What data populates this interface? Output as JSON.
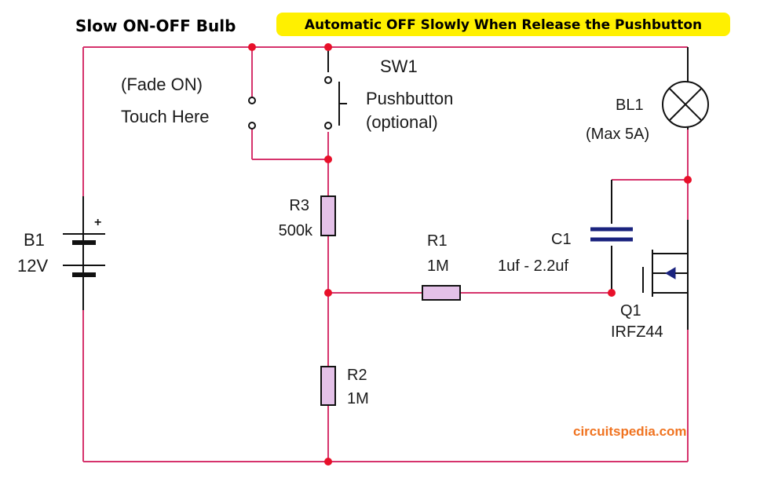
{
  "title": "Slow ON-OFF Bulb",
  "note": "Automatic OFF Slowly When Release the Pushbutton",
  "credit": "circuitspedia.com",
  "colors": {
    "wire": "#d6336c",
    "node": "#e8102a",
    "highlight": "#fff000",
    "resistor_fill": "#e4c1e8",
    "capacitor": "#1a237e",
    "credit": "#f07320"
  },
  "components": {
    "touch": {
      "line1": "(Fade ON)",
      "line2": "Touch Here"
    },
    "sw1": {
      "ref": "SW1",
      "line1": "Pushbutton",
      "line2": "(optional)"
    },
    "bl1": {
      "ref": "BL1",
      "value": "(Max 5A)"
    },
    "r3": {
      "ref": "R3",
      "value": "500k"
    },
    "b1": {
      "ref": "B1",
      "value": "12V",
      "polarity": "+"
    },
    "r1": {
      "ref": "R1",
      "value": "1M"
    },
    "c1": {
      "ref": "C1",
      "value": "1uf - 2.2uf"
    },
    "q1": {
      "ref": "Q1",
      "value": "IRFZ44"
    },
    "r2": {
      "ref": "R2",
      "value": "1M"
    }
  }
}
